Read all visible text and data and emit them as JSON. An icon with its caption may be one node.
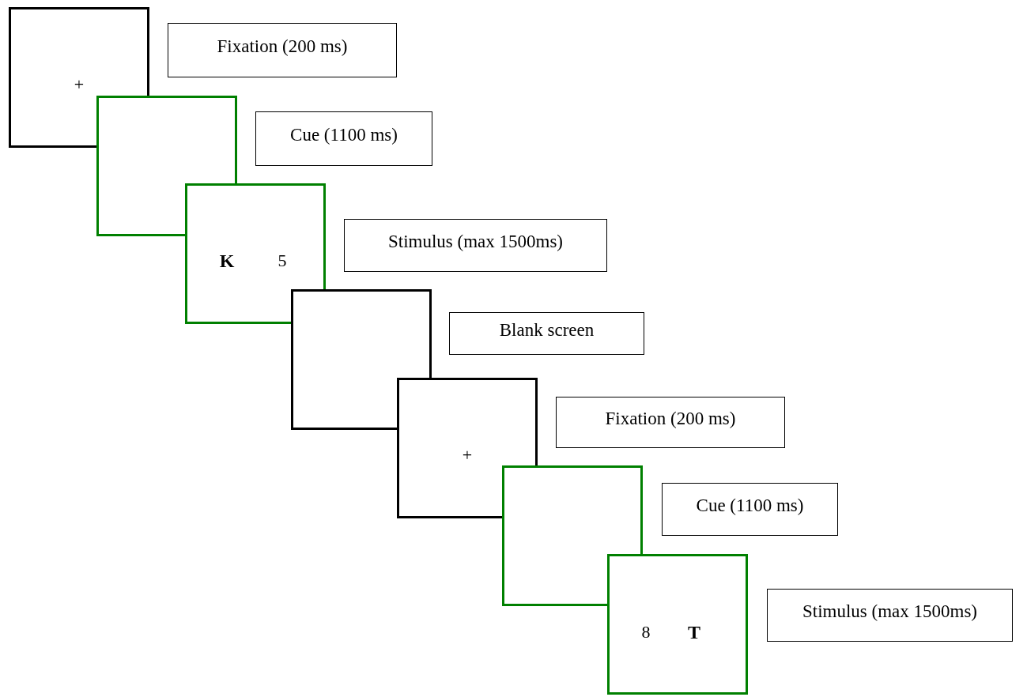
{
  "diagram": {
    "nodes": [
      {
        "text": [
          "+"
        ]
      },
      {
        "text": [
          "Fixation (200 ms)"
        ]
      },
      {
        "text": [],
        "shape": "box"
      },
      {
        "text": [
          "Cue (1100 ms)"
        ]
      },
      {
        "text": [
          "K",
          "5"
        ]
      },
      {
        "text": [
          "Stimulus (max 1500ms)"
        ]
      },
      {
        "text": [],
        "shape": "box"
      },
      {
        "text": [
          "Blank screen"
        ]
      },
      {
        "text": [
          "+"
        ]
      },
      {
        "text": [
          "Fixation (200 ms)"
        ]
      },
      {
        "text": [],
        "shape": "box"
      },
      {
        "text": [
          "Cue (1100 ms)"
        ]
      },
      {
        "text": [
          "8",
          "T"
        ]
      },
      {
        "text": [
          "Stimulus (max 1500ms)"
        ]
      }
    ]
  }
}
